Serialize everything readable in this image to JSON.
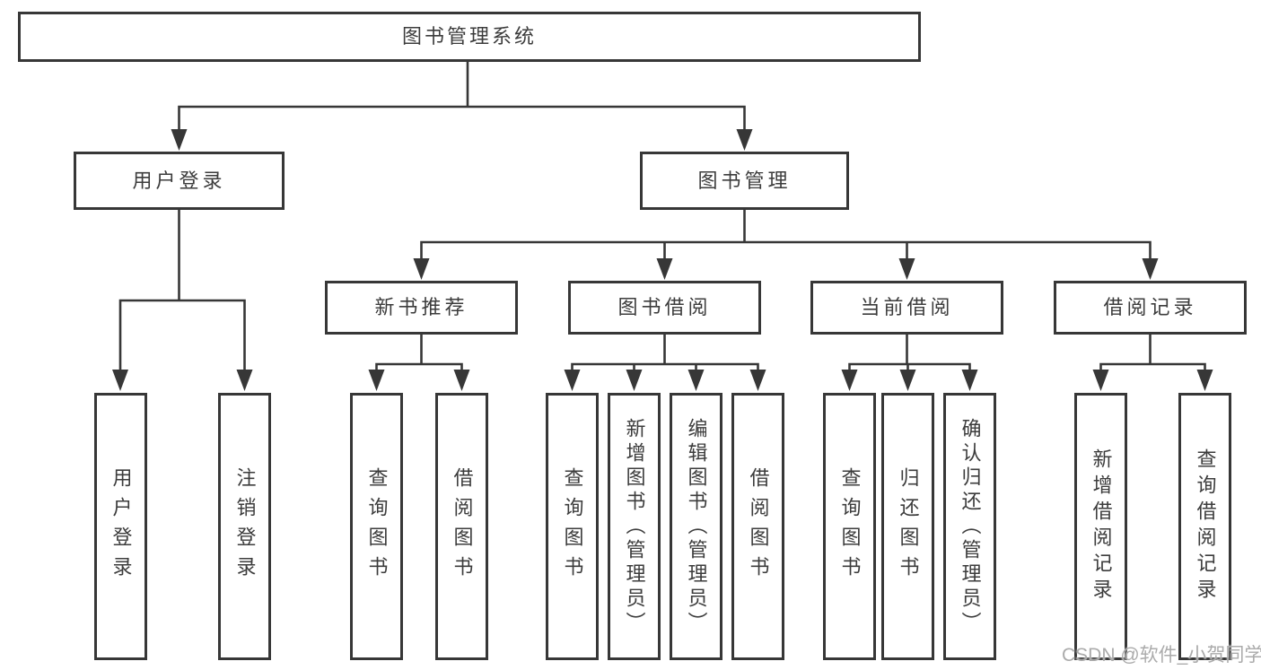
{
  "colors": {
    "line": "#373737",
    "text": "#3c3c3c",
    "background": "#ffffff",
    "watermark": "#ababab"
  },
  "tree": {
    "label": "图书管理系统",
    "children": [
      {
        "label": "用户登录",
        "children": [
          {
            "label": "用户登录"
          },
          {
            "label": "注销登录"
          }
        ]
      },
      {
        "label": "图书管理",
        "children": [
          {
            "label": "新书推荐",
            "children": [
              {
                "label": "查询图书"
              },
              {
                "label": "借阅图书"
              }
            ]
          },
          {
            "label": "图书借阅",
            "children": [
              {
                "label": "查询图书"
              },
              {
                "label": "新增图书（管理员）"
              },
              {
                "label": "编辑图书（管理员）"
              },
              {
                "label": "借阅图书"
              }
            ]
          },
          {
            "label": "当前借阅",
            "children": [
              {
                "label": "查询图书"
              },
              {
                "label": "归还图书"
              },
              {
                "label": "确认归还（管理员）"
              }
            ]
          },
          {
            "label": "借阅记录",
            "children": [
              {
                "label": "新增借阅记录"
              },
              {
                "label": "查询借阅记录"
              }
            ]
          }
        ]
      }
    ]
  },
  "watermark": {
    "text": "CSDN @软件_小贺同学"
  }
}
